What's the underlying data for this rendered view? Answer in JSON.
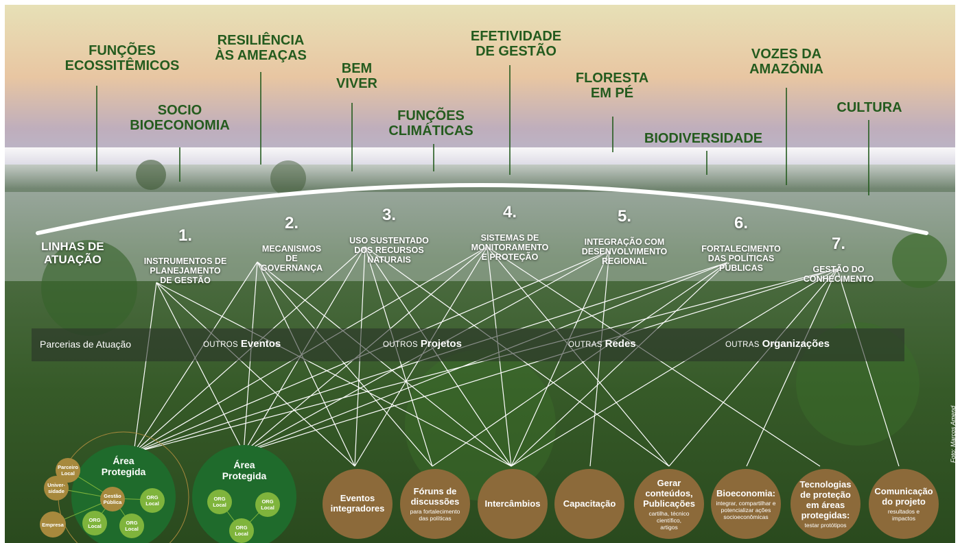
{
  "topics": [
    {
      "id": "funcoes-ecossistemicos",
      "text": "FUNÇÕES\nECOSSITÊMICOS"
    },
    {
      "id": "socio-bioeconomia",
      "text": "SOCIO\nBIOECONOMIA"
    },
    {
      "id": "resiliencia",
      "text": "RESILIÊNCIA\nÀS AMEAÇAS"
    },
    {
      "id": "bem-viver",
      "text": "BEM\nVIVER"
    },
    {
      "id": "funcoes-climaticas",
      "text": "FUNÇÕES\nCLIMÁTICAS"
    },
    {
      "id": "efetividade",
      "text": "EFETIVIDADE\nDE GESTÃO"
    },
    {
      "id": "floresta",
      "text": "FLORESTA\nEM PÉ"
    },
    {
      "id": "biodiversidade",
      "text": "BIODIVERSIDADE"
    },
    {
      "id": "vozes",
      "text": "VOZES DA\nAMAZÔNIA"
    },
    {
      "id": "cultura",
      "text": "CULTURA"
    }
  ],
  "linhas_label": "LINHAS DE\nATUAÇÃO",
  "lines": [
    {
      "num": "1.",
      "text": "INSTRUMENTOS DE\nPLANEJAMENTO\nDE GESTÃO"
    },
    {
      "num": "2.",
      "text": "MECANISMOS\nDE\nGOVERNANÇA"
    },
    {
      "num": "3.",
      "text": "USO SUSTENTADO\nDOS RECURSOS\nNATURAIS"
    },
    {
      "num": "4.",
      "text": "SISTEMAS DE\nMONITORAMENTO\nE PROTEÇÃO"
    },
    {
      "num": "5.",
      "text": "INTEGRAÇÃO COM\nDESENVOLVIMENTO\nREGIONAL"
    },
    {
      "num": "6.",
      "text": "FORTALECIMENTO\nDAS POLÍTICAS\nPÚBLICAS"
    },
    {
      "num": "7.",
      "text": "GESTÃO DO\nCONHECIMENTO"
    }
  ],
  "parcerias": {
    "title": "Parcerias de Atuação",
    "items": [
      {
        "pre": "OUTROS",
        "main": "Eventos"
      },
      {
        "pre": "OUTROS",
        "main": "Projetos"
      },
      {
        "pre": "OUTRAS",
        "main": "Redes"
      },
      {
        "pre": "OUTRAS",
        "main": "Organizações"
      }
    ]
  },
  "actions": [
    {
      "title": "Eventos\nintegradores",
      "sub": ""
    },
    {
      "title": "Fóruns de\ndiscussões",
      "sub": "para fortalecimento\ndas políticas"
    },
    {
      "title": "Intercâmbios",
      "sub": ""
    },
    {
      "title": "Capacitação",
      "sub": ""
    },
    {
      "title": "Gerar\nconteúdos,\nPublicações",
      "sub": "cartilha, técnico\ncientífico,\nartigos"
    },
    {
      "title": "Bioeconomia:",
      "sub": "integrar, compartilhar e\npotencializar ações\nsocioeconômicas"
    },
    {
      "title": "Tecnologias\nde proteção\nem áreas\nprotegidas:",
      "sub": "testar protótipos"
    },
    {
      "title": "Comunicação\ndo projeto",
      "sub": "resultados e\nimpactos"
    }
  ],
  "areas": [
    {
      "title": "Área\nProtegida",
      "nodes": [
        "Gestão\nPública",
        "ORG\nLocal",
        "ORG\nLocal",
        "ORG\nLocal"
      ],
      "outer": [
        "Parceiro\nLocal",
        "Univer-\nsidade",
        "Empresa"
      ]
    },
    {
      "title": "Área\nProtegida",
      "nodes": [
        "ORG\nLocal",
        "ORG\nLocal",
        "ORG\nLocal"
      ]
    }
  ],
  "credit": "Foto: Marcos Amend",
  "colors": {
    "topic": "#245b1e",
    "action": "#8c6a3a",
    "area": "#1f6b2c",
    "node": "#7fb43c"
  }
}
